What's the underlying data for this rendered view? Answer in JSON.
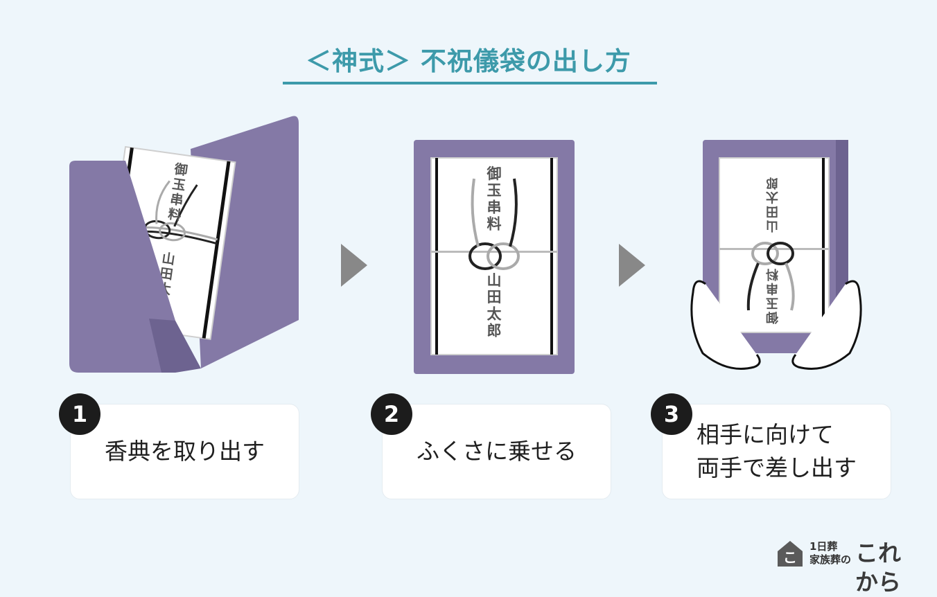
{
  "title": "＜神式＞ 不祝儀袋の出し方",
  "envelope": {
    "purpose": "御\n玉\n串\n料",
    "name": "山\n田\n太\n郎"
  },
  "steps": [
    {
      "number": "1",
      "lines": [
        "香典を取り出す"
      ]
    },
    {
      "number": "2",
      "lines": [
        "ふくさに乗せる"
      ]
    },
    {
      "number": "3",
      "lines": [
        "相手に向けて",
        "両手で差し出す"
      ]
    }
  ],
  "logo": {
    "line1": "1日葬",
    "line2": "家族葬の",
    "brand": "これから",
    "house_char": "こ"
  },
  "colors": {
    "accent": "#3d9aaa",
    "fukusa": "#8479a6",
    "fukusa_dark": "#6d6390",
    "background": "#eef6fb",
    "badge": "#1c1c1c",
    "arrow": "#888888"
  }
}
